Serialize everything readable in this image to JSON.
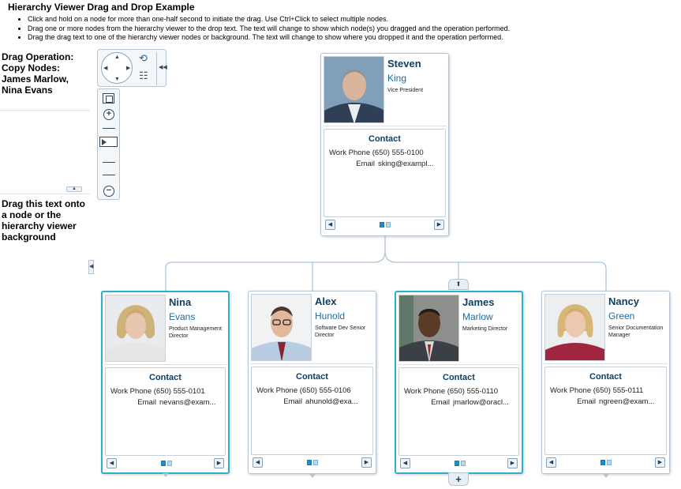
{
  "page": {
    "title": "Hierarchy Viewer Drag and Drop Example",
    "instructions": [
      "Click and hold on a node for more than one-half second to initiate the drag. Use Ctrl+Click to select multiple nodes.",
      "Drag one or more nodes from the hierarchy viewer to the drop text. The text will change to show which node(s) you dragged and the operation performed.",
      "Drag the drag text to one of the hierarchy viewer nodes or background. The text will change to show where you dropped it and the operation performed."
    ]
  },
  "left_panel": {
    "drag_operation": "Drag Operation: Copy Nodes: James Marlow, Nina Evans",
    "drag_text": "Drag this text onto a node or the hierarchy viewer background",
    "icons": {
      "splitter_up": "▲",
      "collapse_left": "◀"
    }
  },
  "controls": {
    "pan": {
      "up": "▲",
      "down": "▼",
      "left": "◀",
      "right": "▶"
    },
    "rotate_icon": "⟲",
    "layout_icon": "☷",
    "collapse_icon": "◀◀",
    "zoom_in": "+",
    "zoom_out": "−"
  },
  "contact_label": "Contact",
  "phone_label": "Work Phone",
  "email_label": "Email",
  "nav": {
    "prev": "◀",
    "next": "▶"
  },
  "expand_symbol": "+",
  "parent_symbol": "⬆",
  "nodes": {
    "root": {
      "first": "Steven",
      "last": "King",
      "role": "Vice President",
      "phone": "(650) 555-0100",
      "email": "sking@exampl...",
      "selected": false
    },
    "children": [
      {
        "first": "Nina",
        "last": "Evans",
        "role": "Product Management Director",
        "phone": "(650) 555-0101",
        "email": "nevans@exam...",
        "selected": true
      },
      {
        "first": "Alex",
        "last": "Hunold",
        "role": "Software Dev Senior Director",
        "phone": "(650) 555-0106",
        "email": "ahunold@exa...",
        "selected": false
      },
      {
        "first": "James",
        "last": "Marlow",
        "role": "Marketing Director",
        "phone": "(650) 555-0110",
        "email": "jmarlow@oracl...",
        "selected": true
      },
      {
        "first": "Nancy",
        "last": "Green",
        "role": "Senior Documentation Manager",
        "phone": "(650) 555-0111",
        "email": "ngreen@exam...",
        "selected": false
      }
    ]
  },
  "colors": {
    "selection_border": "#2bb0d2",
    "name_dark": "#0f3f62",
    "name_light": "#1b6da1",
    "connector": "#9bb6cf"
  }
}
